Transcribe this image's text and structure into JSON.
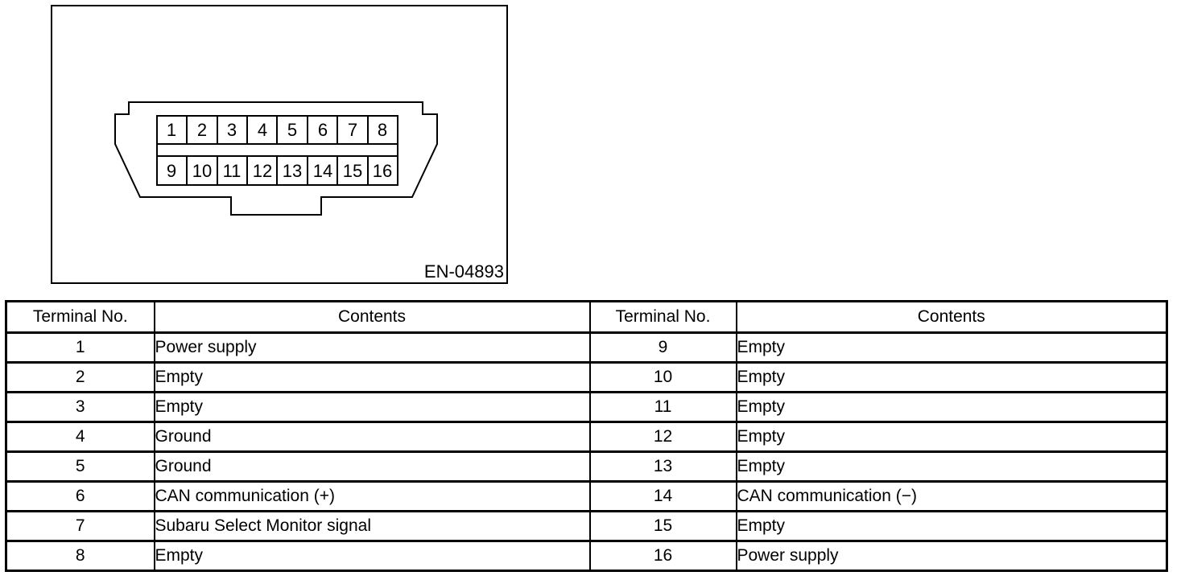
{
  "figure": {
    "label": "EN-04893",
    "connector": {
      "name": "data-link-connector-16pin",
      "pins_top": [
        "1",
        "2",
        "3",
        "4",
        "5",
        "6",
        "7",
        "8"
      ],
      "pins_bottom": [
        "9",
        "10",
        "11",
        "12",
        "13",
        "14",
        "15",
        "16"
      ]
    }
  },
  "table": {
    "headers": [
      "Terminal No.",
      "Contents",
      "Terminal No.",
      "Contents"
    ],
    "rows": [
      [
        "1",
        "Power supply",
        "9",
        "Empty"
      ],
      [
        "2",
        "Empty",
        "10",
        "Empty"
      ],
      [
        "3",
        "Empty",
        "11",
        "Empty"
      ],
      [
        "4",
        "Ground",
        "12",
        "Empty"
      ],
      [
        "5",
        "Ground",
        "13",
        "Empty"
      ],
      [
        "6",
        "CAN communication (+)",
        "14",
        "CAN communication (−)"
      ],
      [
        "7",
        "Subaru Select Monitor signal",
        "15",
        "Empty"
      ],
      [
        "8",
        "Empty",
        "16",
        "Power supply"
      ]
    ]
  },
  "colors": {
    "foreground": "#000000",
    "background": "#ffffff"
  }
}
